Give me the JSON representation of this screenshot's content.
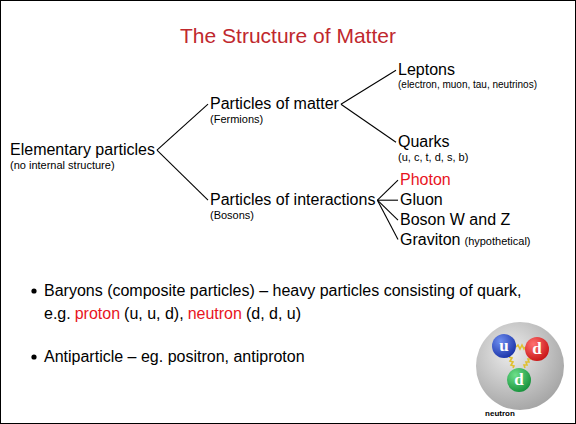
{
  "diagram": {
    "title": "The Structure of Matter",
    "nodes": [
      {
        "text": [
          "Elementary particles",
          "(no internal structure)"
        ]
      },
      {
        "text": [
          "Particles of matter",
          "(Fermions)"
        ]
      },
      {
        "text": [
          "Particles of interactions",
          "(Bosons)"
        ]
      },
      {
        "text": [
          "Leptons",
          "(electron, muon, tau, neutrinos)"
        ]
      },
      {
        "text": [
          "Quarks",
          "(u, c, t, d, s, b)"
        ]
      },
      {
        "text": [
          "Photon"
        ]
      },
      {
        "text": [
          "Gluon"
        ]
      },
      {
        "text": [
          "Boson W and Z"
        ]
      },
      {
        "text": [
          "Graviton",
          "(hypothetical)"
        ]
      }
    ],
    "edges": [
      {
        "from": 0,
        "to": 1,
        "arrow": "none"
      },
      {
        "from": 0,
        "to": 2,
        "arrow": "none"
      },
      {
        "from": 1,
        "to": 3,
        "arrow": "none"
      },
      {
        "from": 1,
        "to": 4,
        "arrow": "none"
      },
      {
        "from": 2,
        "to": 5,
        "arrow": "none"
      },
      {
        "from": 2,
        "to": 6,
        "arrow": "none"
      },
      {
        "from": 2,
        "to": 7,
        "arrow": "none"
      },
      {
        "from": 2,
        "to": 8,
        "arrow": "none"
      }
    ],
    "labels": [
      "Baryons (composite particles) – heavy particles consisting of quark, e.g.",
      "proton",
      "(u, u, d),",
      "neutron",
      "(d, d, u)",
      "Antiparticle – eg. positron, antiproton",
      "u",
      "d",
      "d",
      "neutron"
    ]
  }
}
